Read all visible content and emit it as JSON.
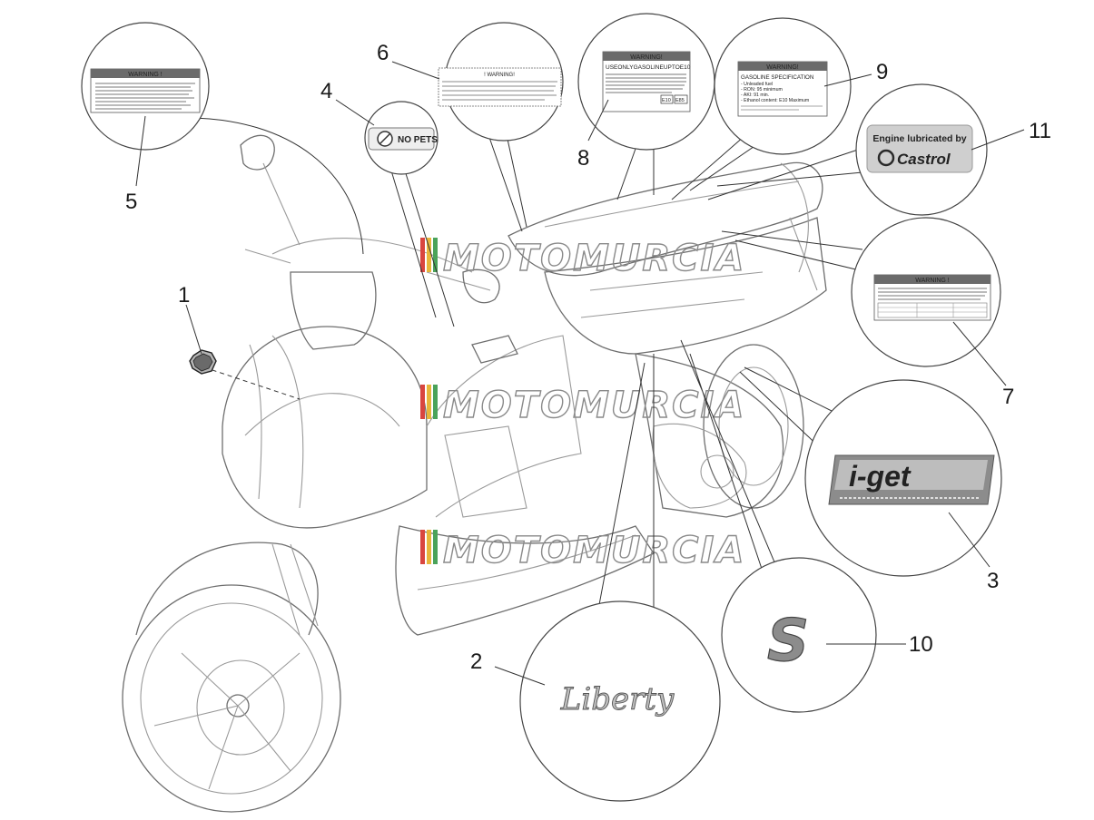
{
  "callouts": [
    "1",
    "2",
    "3",
    "4",
    "5",
    "6",
    "7",
    "8",
    "9",
    "10",
    "11"
  ],
  "watermark": "MOTOMURCIA",
  "labels": {
    "warning_generic": "WARNING !",
    "warning_bang": "WARNING!",
    "warning_lower": "! WARNING!",
    "no_pets": "NO PETS",
    "fuel_line1": "USEONLYGASOLINEUPTOE10",
    "fuel_e10": "E10",
    "fuel_e85": "E85",
    "gas_title": "WARNING!",
    "gas_spec": "GASOLINE SPECIFICATION",
    "gas_l1": "- Unleaded fuel",
    "gas_l2": "- RON: 95 minimum",
    "gas_l3": "- AKI: 91 min.",
    "gas_l4": "- Ethanol content: E10 Maximum",
    "castrol_top": "Engine lubricated by",
    "castrol_brand": "Castrol",
    "iget": "i-get",
    "liberty": "Liberty",
    "s_badge": "S"
  },
  "colors": {
    "warning_header": "#6b6b6b",
    "castrol_bg": "#cfcfcf",
    "castrol_logo": "#2a2a2a",
    "badge_gray": "#8c8c8c",
    "watermark_red": "#d9463f",
    "watermark_yellow": "#e8b63a",
    "watermark_green": "#4aa35a"
  }
}
